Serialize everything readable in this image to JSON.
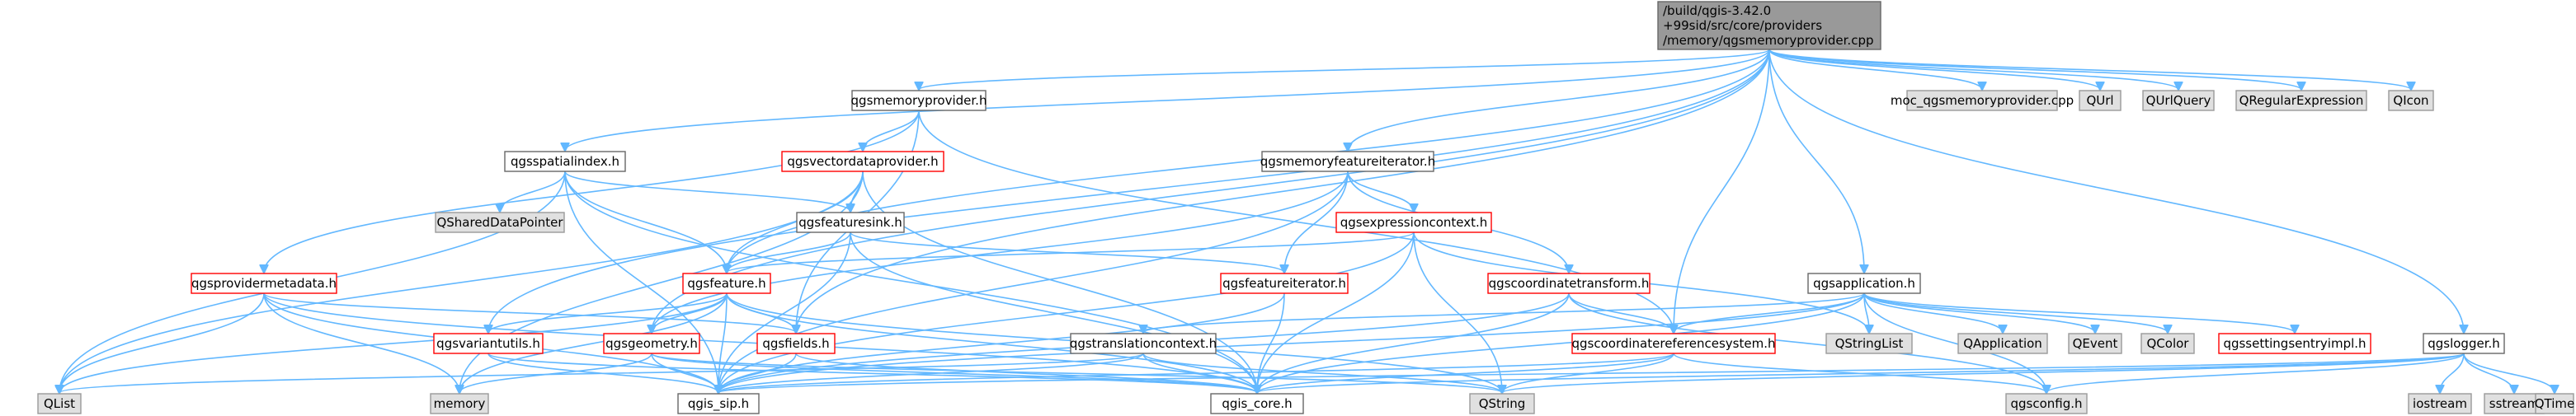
{
  "colors": {
    "root_fill": "#999999",
    "root_border": "#666666",
    "file_fill": "#ffffff",
    "file_border": "#666666",
    "truncated_border": "#ff0000",
    "system_fill": "#e0e0e0",
    "system_border": "#999999",
    "edge": "#63b8ff"
  },
  "nodes": {
    "root": {
      "lines": [
        "/build/qgis-3.42.0",
        "+99sid/src/core/providers",
        "/memory/qgsmemoryprovider.cpp"
      ],
      "style": "root"
    },
    "qgsmemoryprovider_h": {
      "label": "qgsmemoryprovider.h",
      "style": "file"
    },
    "moc_cpp": {
      "label": "moc_qgsmemoryprovider.cpp",
      "style": "system"
    },
    "qurl": {
      "label": "QUrl",
      "style": "system"
    },
    "qurlquery": {
      "label": "QUrlQuery",
      "style": "system"
    },
    "qregexp": {
      "label": "QRegularExpression",
      "style": "system"
    },
    "qicon": {
      "label": "QIcon",
      "style": "system"
    },
    "qgsspatialindex_h": {
      "label": "qgsspatialindex.h",
      "style": "file"
    },
    "qgsvectordataprovider_h": {
      "label": "qgsvectordataprovider.h",
      "style": "truncated"
    },
    "qgsmemoryfeatureiterator_h": {
      "label": "qgsmemoryfeatureiterator.h",
      "style": "file"
    },
    "qsharedpointer": {
      "label": "QSharedDataPointer",
      "style": "system"
    },
    "qgsfeaturesink_h": {
      "label": "qgsfeaturesink.h",
      "style": "file"
    },
    "qgsexpressioncontext_h": {
      "label": "qgsexpressioncontext.h",
      "style": "truncated"
    },
    "qgsapplication_h": {
      "label": "qgsapplication.h",
      "style": "file"
    },
    "qgsprovidermetadata_h": {
      "label": "qgsprovidermetadata.h",
      "style": "truncated"
    },
    "qgsfeature_h": {
      "label": "qgsfeature.h",
      "style": "truncated"
    },
    "qgsfeatureiterator_h": {
      "label": "qgsfeatureiterator.h",
      "style": "truncated"
    },
    "qgscoordinatetransform_h": {
      "label": "qgscoordinatetransform.h",
      "style": "truncated"
    },
    "qstringlist": {
      "label": "QStringList",
      "style": "system"
    },
    "qapplication": {
      "label": "QApplication",
      "style": "system"
    },
    "qevent": {
      "label": "QEvent",
      "style": "system"
    },
    "qcolor": {
      "label": "QColor",
      "style": "system"
    },
    "qgssettingsentryimpl_h": {
      "label": "qgssettingsentryimpl.h",
      "style": "truncated"
    },
    "qgslogger_h": {
      "label": "qgslogger.h",
      "style": "file"
    },
    "qgsvariantutils_h": {
      "label": "qgsvariantutils.h",
      "style": "truncated"
    },
    "qgsgeometry_h": {
      "label": "qgsgeometry.h",
      "style": "truncated"
    },
    "qgsfields_h": {
      "label": "qgsfields.h",
      "style": "truncated"
    },
    "qgstranslationcontext_h": {
      "label": "qgstranslationcontext.h",
      "style": "file"
    },
    "qgscrs_h": {
      "label": "qgscoordinatereferencesystem.h",
      "style": "truncated"
    },
    "qlist": {
      "label": "QList",
      "style": "system"
    },
    "memory": {
      "label": "memory",
      "style": "system"
    },
    "qgis_sip_h": {
      "label": "qgis_sip.h",
      "style": "file"
    },
    "qgis_core_h": {
      "label": "qgis_core.h",
      "style": "file"
    },
    "qstring": {
      "label": "QString",
      "style": "system"
    },
    "qgsconfig_h": {
      "label": "qgsconfig.h",
      "style": "system"
    },
    "iostream": {
      "label": "iostream",
      "style": "system"
    },
    "sstream": {
      "label": "sstream",
      "style": "system"
    },
    "qtime": {
      "label": "QTime",
      "style": "system"
    }
  },
  "edges": [
    [
      "root",
      "qgsmemoryprovider_h"
    ],
    [
      "root",
      "moc_cpp"
    ],
    [
      "root",
      "qurl"
    ],
    [
      "root",
      "qurlquery"
    ],
    [
      "root",
      "qregexp"
    ],
    [
      "root",
      "qicon"
    ],
    [
      "root",
      "qgsspatialindex_h"
    ],
    [
      "root",
      "qgsmemoryfeatureiterator_h"
    ],
    [
      "root",
      "qgsapplication_h"
    ],
    [
      "root",
      "qgslogger_h"
    ],
    [
      "root",
      "qgsfeature_h"
    ],
    [
      "root",
      "qgsfields_h"
    ],
    [
      "root",
      "qgscrs_h"
    ],
    [
      "root",
      "qgsgeometry_h"
    ],
    [
      "root",
      "qgsvariantutils_h"
    ],
    [
      "qgsmemoryprovider_h",
      "qgsvectordataprovider_h"
    ],
    [
      "qgsmemoryprovider_h",
      "qgsprovidermetadata_h"
    ],
    [
      "qgsmemoryprovider_h",
      "qgscrs_h"
    ],
    [
      "qgsmemoryprovider_h",
      "qgsfields_h"
    ],
    [
      "qgsspatialindex_h",
      "qsharedpointer"
    ],
    [
      "qgsspatialindex_h",
      "qgsfeaturesink_h"
    ],
    [
      "qgsspatialindex_h",
      "qgsfeature_h"
    ],
    [
      "qgsspatialindex_h",
      "qlist"
    ],
    [
      "qgsspatialindex_h",
      "qgis_sip_h"
    ],
    [
      "qgsspatialindex_h",
      "qgis_core_h"
    ],
    [
      "qgsvectordataprovider_h",
      "qgsfeaturesink_h"
    ],
    [
      "qgsvectordataprovider_h",
      "qgsfeature_h"
    ],
    [
      "qgsvectordataprovider_h",
      "qgis_core_h"
    ],
    [
      "qgsvectordataprovider_h",
      "qlist"
    ],
    [
      "qgsvectordataprovider_h",
      "memory"
    ],
    [
      "qgsfeaturesink_h",
      "qgsfeature_h"
    ],
    [
      "qgsfeaturesink_h",
      "qgsfeatureiterator_h"
    ],
    [
      "qgsfeaturesink_h",
      "qgis_core_h"
    ],
    [
      "qgsfeaturesink_h",
      "qgis_sip_h"
    ],
    [
      "qgsmemoryfeatureiterator_h",
      "qgsexpressioncontext_h"
    ],
    [
      "qgsmemoryfeatureiterator_h",
      "qgsfeatureiterator_h"
    ],
    [
      "qgsmemoryfeatureiterator_h",
      "qgscoordinatetransform_h"
    ],
    [
      "qgsmemoryfeatureiterator_h",
      "qgsgeometry_h"
    ],
    [
      "qgsmemoryfeatureiterator_h",
      "qgis_sip_h"
    ],
    [
      "qgsexpressioncontext_h",
      "qgsfeature_h"
    ],
    [
      "qgsexpressioncontext_h",
      "qstringlist"
    ],
    [
      "qgsexpressioncontext_h",
      "qgis_core_h"
    ],
    [
      "qgsexpressioncontext_h",
      "qstring"
    ],
    [
      "qgsexpressioncontext_h",
      "qgis_sip_h"
    ],
    [
      "qgsfeatureiterator_h",
      "qgis_core_h"
    ],
    [
      "qgsfeatureiterator_h",
      "qgis_sip_h"
    ],
    [
      "qgscoordinatetransform_h",
      "qgscrs_h"
    ],
    [
      "qgscoordinatetransform_h",
      "qgis_core_h"
    ],
    [
      "qgscoordinatetransform_h",
      "qgis_sip_h"
    ],
    [
      "qgscoordinatetransform_h",
      "qgsconfig_h"
    ],
    [
      "qgsapplication_h",
      "qstringlist"
    ],
    [
      "qgsapplication_h",
      "qapplication"
    ],
    [
      "qgsapplication_h",
      "qevent"
    ],
    [
      "qgsapplication_h",
      "qcolor"
    ],
    [
      "qgsapplication_h",
      "qgssettingsentryimpl_h"
    ],
    [
      "qgsapplication_h",
      "qgstranslationcontext_h"
    ],
    [
      "qgsapplication_h",
      "qgscrs_h"
    ],
    [
      "qgsapplication_h",
      "qgis_core_h"
    ],
    [
      "qgsapplication_h",
      "qgsconfig_h"
    ],
    [
      "qgsapplication_h",
      "qgis_sip_h"
    ],
    [
      "qgsprovidermetadata_h",
      "qgsfields_h"
    ],
    [
      "qgsprovidermetadata_h",
      "qlist"
    ],
    [
      "qgsprovidermetadata_h",
      "memory"
    ],
    [
      "qgsprovidermetadata_h",
      "qgis_sip_h"
    ],
    [
      "qgsprovidermetadata_h",
      "qgis_core_h"
    ],
    [
      "qgsfeature_h",
      "qgsvariantutils_h"
    ],
    [
      "qgsfeature_h",
      "qgsgeometry_h"
    ],
    [
      "qgsfeature_h",
      "qgsfields_h"
    ],
    [
      "qgsfeature_h",
      "qlist"
    ],
    [
      "qgsfeature_h",
      "memory"
    ],
    [
      "qgsfeature_h",
      "qgis_sip_h"
    ],
    [
      "qgsfeature_h",
      "qgis_core_h"
    ],
    [
      "qgsfeature_h",
      "qstring"
    ],
    [
      "qgsvariantutils_h",
      "qgis_sip_h"
    ],
    [
      "qgsvariantutils_h",
      "qgis_core_h"
    ],
    [
      "qgsgeometry_h",
      "qgis_sip_h"
    ],
    [
      "qgsgeometry_h",
      "qgis_core_h"
    ],
    [
      "qgsgeometry_h",
      "memory"
    ],
    [
      "qgsgeometry_h",
      "qstring"
    ],
    [
      "qgsfields_h",
      "qgis_sip_h"
    ],
    [
      "qgsfields_h",
      "qgis_core_h"
    ],
    [
      "qgstranslationcontext_h",
      "qgis_core_h"
    ],
    [
      "qgstranslationcontext_h",
      "qgis_sip_h"
    ],
    [
      "qgstranslationcontext_h",
      "qlist"
    ],
    [
      "qgstranslationcontext_h",
      "qstring"
    ],
    [
      "qgscrs_h",
      "qgis_core_h"
    ],
    [
      "qgscrs_h",
      "qgis_sip_h"
    ],
    [
      "qgscrs_h",
      "qstring"
    ],
    [
      "qgscrs_h",
      "qgsconfig_h"
    ],
    [
      "qgslogger_h",
      "iostream"
    ],
    [
      "qgslogger_h",
      "sstream"
    ],
    [
      "qgslogger_h",
      "qtime"
    ],
    [
      "qgslogger_h",
      "qgis_core_h"
    ],
    [
      "qgslogger_h",
      "qgis_sip_h"
    ],
    [
      "qgslogger_h",
      "qgsconfig_h"
    ],
    [
      "qgslogger_h",
      "qstring"
    ]
  ]
}
